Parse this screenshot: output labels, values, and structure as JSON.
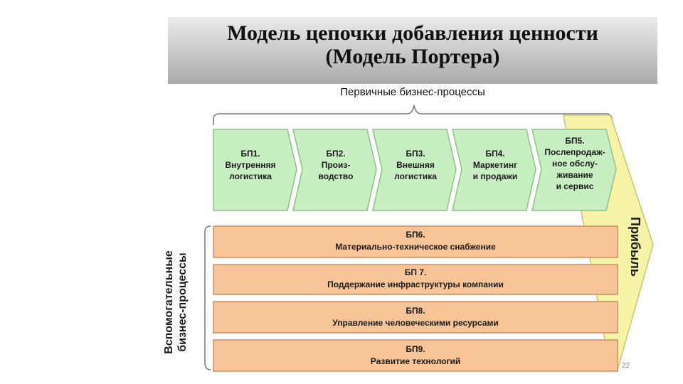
{
  "title": {
    "line1": "Модель цепочки добавления ценности",
    "line2": "(Модель Портера)"
  },
  "primary_label": "Первичные бизнес-процессы",
  "support_label": {
    "line1": "Вспомогательные",
    "line2": "бизнес-процессы"
  },
  "primary_processes": [
    {
      "code": "БП1.",
      "lines": [
        "Внутренняя",
        "логистика"
      ]
    },
    {
      "code": "БП2.",
      "lines": [
        "Произ-",
        "водство"
      ]
    },
    {
      "code": "БП3.",
      "lines": [
        "Внешняя",
        "логистика"
      ]
    },
    {
      "code": "БП4.",
      "lines": [
        "Маркетинг",
        "и продажи"
      ]
    },
    {
      "code": "БП5.",
      "lines": [
        "Послепродаж-",
        "ное обслу-",
        "живание",
        "и сервис"
      ]
    }
  ],
  "support_processes": [
    {
      "code": "БП6.",
      "name": "Материально-техническое снабжение"
    },
    {
      "code": "БП 7.",
      "name": "Поддержание инфраструктуры компании"
    },
    {
      "code": "БП8.",
      "name": "Управление человеческими ресурсами"
    },
    {
      "code": "БП9.",
      "name": "Развитие технологий"
    }
  ],
  "profit_label": "Прибыль",
  "page_number": "22",
  "colors": {
    "primary_fill": "#c6eec0",
    "primary_stroke": "#8fbf8a",
    "support_fill": "#f6c497",
    "support_stroke": "#c79060",
    "profit_fill": "#f7f3a6",
    "profit_stroke": "#c8c27a"
  }
}
